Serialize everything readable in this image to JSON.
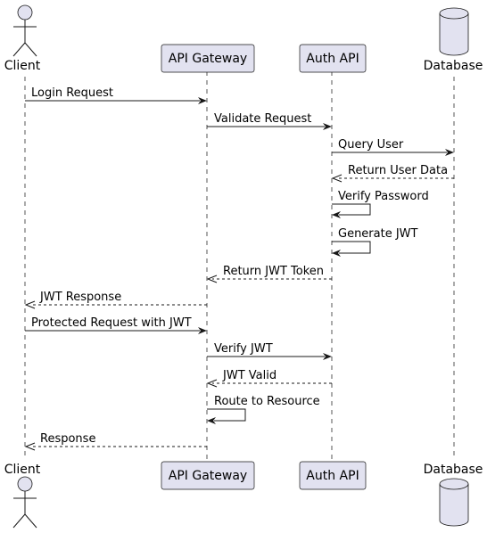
{
  "participants": {
    "client": {
      "label": "Client",
      "kind": "actor"
    },
    "gateway": {
      "label": "API Gateway",
      "kind": "participant"
    },
    "auth": {
      "label": "Auth API",
      "kind": "participant"
    },
    "database": {
      "label": "Database",
      "kind": "database"
    }
  },
  "messages": [
    {
      "from": "client",
      "to": "gateway",
      "text": "Login Request",
      "style": "solid"
    },
    {
      "from": "gateway",
      "to": "auth",
      "text": "Validate Request",
      "style": "solid"
    },
    {
      "from": "auth",
      "to": "database",
      "text": "Query User",
      "style": "solid"
    },
    {
      "from": "database",
      "to": "auth",
      "text": "Return User Data",
      "style": "dashed"
    },
    {
      "from": "auth",
      "to": "auth",
      "text": "Verify Password",
      "style": "solid"
    },
    {
      "from": "auth",
      "to": "auth",
      "text": "Generate JWT",
      "style": "solid"
    },
    {
      "from": "auth",
      "to": "gateway",
      "text": "Return JWT Token",
      "style": "dashed"
    },
    {
      "from": "gateway",
      "to": "client",
      "text": "JWT Response",
      "style": "dashed"
    },
    {
      "from": "client",
      "to": "gateway",
      "text": "Protected Request with JWT",
      "style": "solid"
    },
    {
      "from": "gateway",
      "to": "auth",
      "text": "Verify JWT",
      "style": "solid"
    },
    {
      "from": "auth",
      "to": "gateway",
      "text": "JWT Valid",
      "style": "dashed"
    },
    {
      "from": "gateway",
      "to": "gateway",
      "text": "Route to Resource",
      "style": "solid"
    },
    {
      "from": "gateway",
      "to": "client",
      "text": "Response",
      "style": "dashed"
    }
  ],
  "colors": {
    "participant_fill": "#e2e2f0",
    "line": "#181818"
  }
}
